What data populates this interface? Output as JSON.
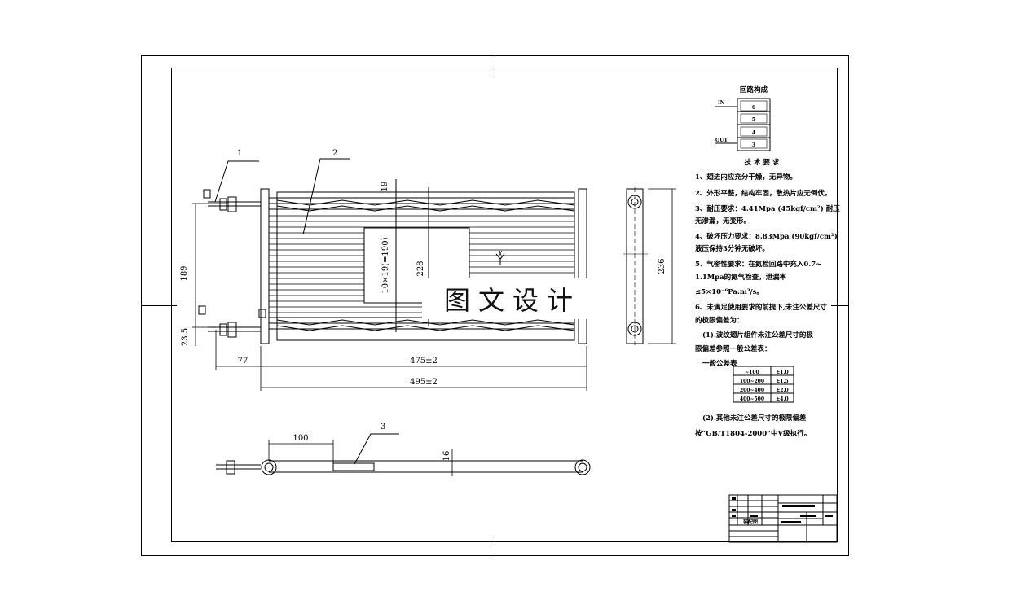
{
  "callouts": [
    "1",
    "2",
    "3"
  ],
  "loop_table": {
    "title": "回路构成",
    "in_label": "IN",
    "out_label": "OUT",
    "cells": [
      "6",
      "5",
      "4",
      "3"
    ]
  },
  "tech_requirements": {
    "heading": "技 术 要 求",
    "lines": [
      "1、翅进内应充分干燥，无异物。",
      "2、外形平整，结构牢固，散热片应无倒伏。",
      "3、耐压要求：4.41Mpa (45kgf/cm²) 耐压",
      "无渗漏，无变形。",
      "4、破坏压力要求：8.83Mpa (90kgf/cm²)",
      "液压保持3分钟无破坏。",
      "5、气密性要求：在氮检回路中充入0.7~",
      "1.1Mpa的氮气检查，泄漏率",
      "≤5×10⁻⁶Pa.m³/s。",
      "6、未满足使用要求的前提下,未注公差尺寸",
      "的极限偏差为：",
      "(1).波纹翅片组件未注公差尺寸的极",
      "限偏差参照一般公差表：",
      "一般公差表",
      "(2).其他未注公差尺寸的极限偏差",
      "按“GB/T1804-2000”中V级执行。"
    ]
  },
  "tolerance_table": {
    "rows": [
      {
        "range": "~100",
        "tol": "±1.0"
      },
      {
        "range": "100~200",
        "tol": "±1.5"
      },
      {
        "range": "200~400",
        "tol": "±2.0"
      },
      {
        "range": "400~500",
        "tol": "±4.0"
      }
    ]
  },
  "dimensions": {
    "d189": "189",
    "d23_5": "23.5",
    "d77": "77",
    "d475": "475±2",
    "d495": "495±2",
    "d19": "19",
    "d10x19": "10×19(=190)",
    "d228": "228",
    "d236": "236",
    "d100": "100",
    "d16": "16"
  },
  "section_mark": "Y",
  "watermark": "图文设计",
  "title_block_label": "装配图"
}
